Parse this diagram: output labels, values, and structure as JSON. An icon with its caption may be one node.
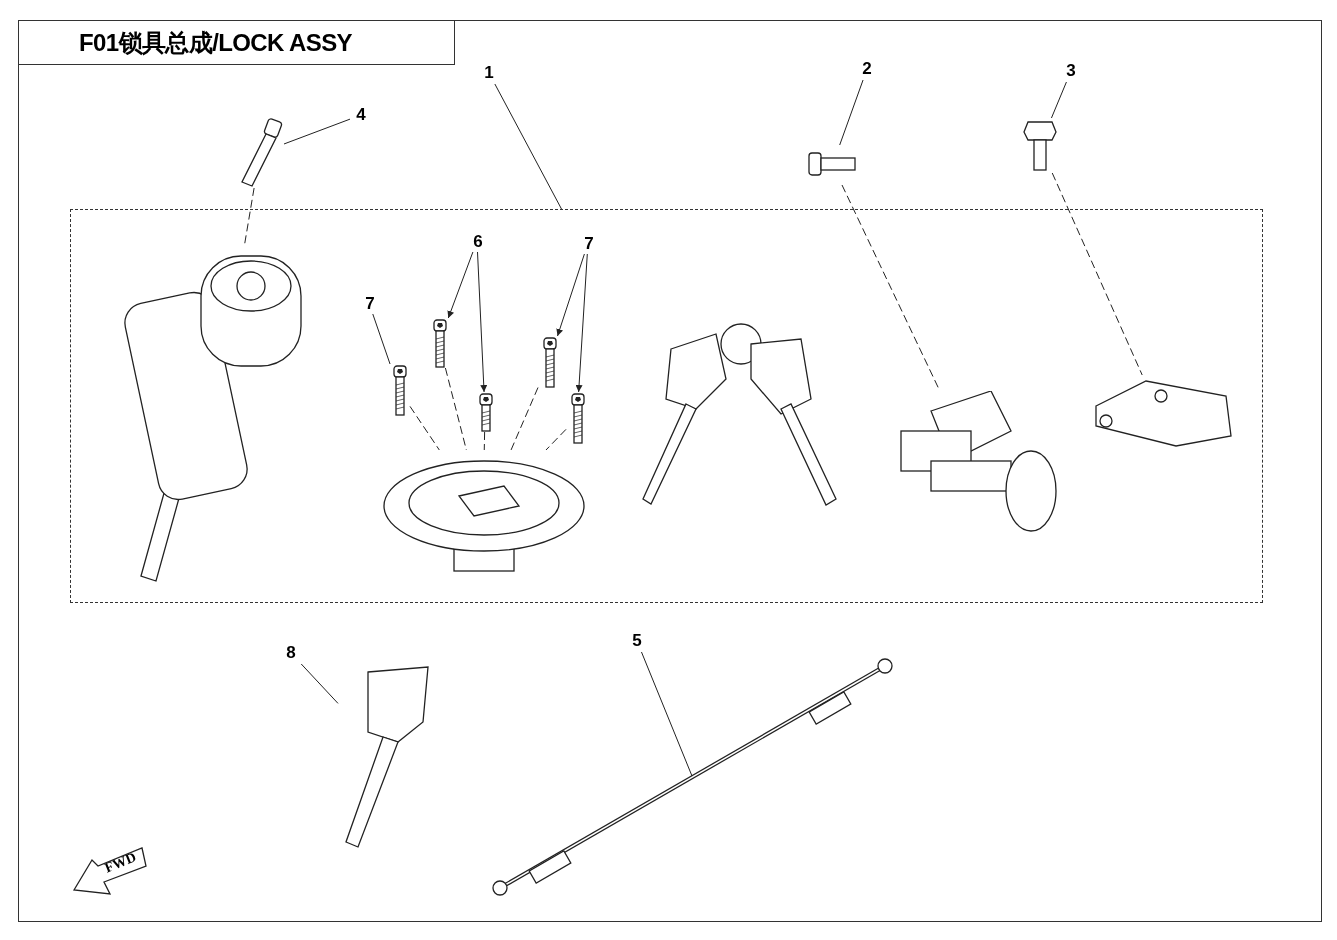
{
  "diagram": {
    "title": "F01锁具总成/LOCK ASSY",
    "nodes": [
      {
        "text": [
          "1"
        ]
      },
      {
        "text": [],
        "shape": "box"
      },
      {
        "text": [
          "2"
        ]
      },
      {
        "text": [],
        "shape": "picture"
      },
      {
        "text": [
          "3"
        ]
      },
      {
        "text": [],
        "shape": "picture"
      },
      {
        "text": [
          "4"
        ]
      },
      {
        "text": [],
        "shape": "picture"
      },
      {
        "text": [
          "6"
        ],
        "in": 1
      },
      {
        "text": [],
        "shape": "picture",
        "in": 1
      },
      {
        "text": [],
        "shape": "picture",
        "in": 1
      },
      {
        "text": [
          "7"
        ],
        "in": 1
      },
      {
        "text": [],
        "shape": "picture",
        "in": 1
      },
      {
        "text": [
          "7"
        ],
        "in": 1
      },
      {
        "text": [],
        "shape": "picture",
        "in": 1
      },
      {
        "text": [],
        "shape": "picture",
        "in": 1
      },
      {
        "text": [
          "8"
        ]
      },
      {
        "text": [],
        "shape": "picture"
      },
      {
        "text": [
          "5"
        ]
      },
      {
        "text": [],
        "shape": "picture"
      },
      {
        "text": [],
        "shape": "picture",
        "in": 1
      },
      {
        "text": [],
        "shape": "picture",
        "in": 1
      },
      {
        "text": [],
        "shape": "picture",
        "in": 1
      },
      {
        "text": [],
        "shape": "picture",
        "in": 1
      },
      {
        "text": [],
        "shape": "picture",
        "in": 1
      }
    ],
    "edges": [
      {
        "from": 0,
        "to": 1,
        "arrow": "none"
      },
      {
        "from": 2,
        "to": 3,
        "arrow": "none"
      },
      {
        "from": 4,
        "to": 5,
        "arrow": "none"
      },
      {
        "from": 6,
        "to": 7,
        "arrow": "none"
      },
      {
        "from": 8,
        "to": 9,
        "arrow": "to"
      },
      {
        "from": 8,
        "to": 10,
        "arrow": "to"
      },
      {
        "from": 11,
        "to": 12,
        "arrow": "none"
      },
      {
        "from": 13,
        "to": 14,
        "arrow": "to"
      },
      {
        "from": 13,
        "to": 15,
        "arrow": "to"
      },
      {
        "from": 16,
        "to": 17,
        "arrow": "none"
      },
      {
        "from": 18,
        "to": 19,
        "arrow": "none"
      },
      {
        "from": 7,
        "to": 20,
        "arrow": "none",
        "style": "dashed"
      },
      {
        "from": 3,
        "to": 23,
        "arrow": "none",
        "style": "dashed"
      },
      {
        "from": 5,
        "to": 24,
        "arrow": "none",
        "style": "dashed"
      },
      {
        "from": 9,
        "to": 21,
        "arrow": "none",
        "style": "dashed"
      },
      {
        "from": 10,
        "to": 21,
        "arrow": "none",
        "style": "dashed"
      },
      {
        "from": 12,
        "to": 21,
        "arrow": "none",
        "style": "dashed"
      },
      {
        "from": 14,
        "to": 21,
        "arrow": "none",
        "style": "dashed"
      },
      {
        "from": 15,
        "to": 21,
        "arrow": "none",
        "style": "dashed"
      }
    ],
    "labels": [
      "FWD"
    ]
  }
}
